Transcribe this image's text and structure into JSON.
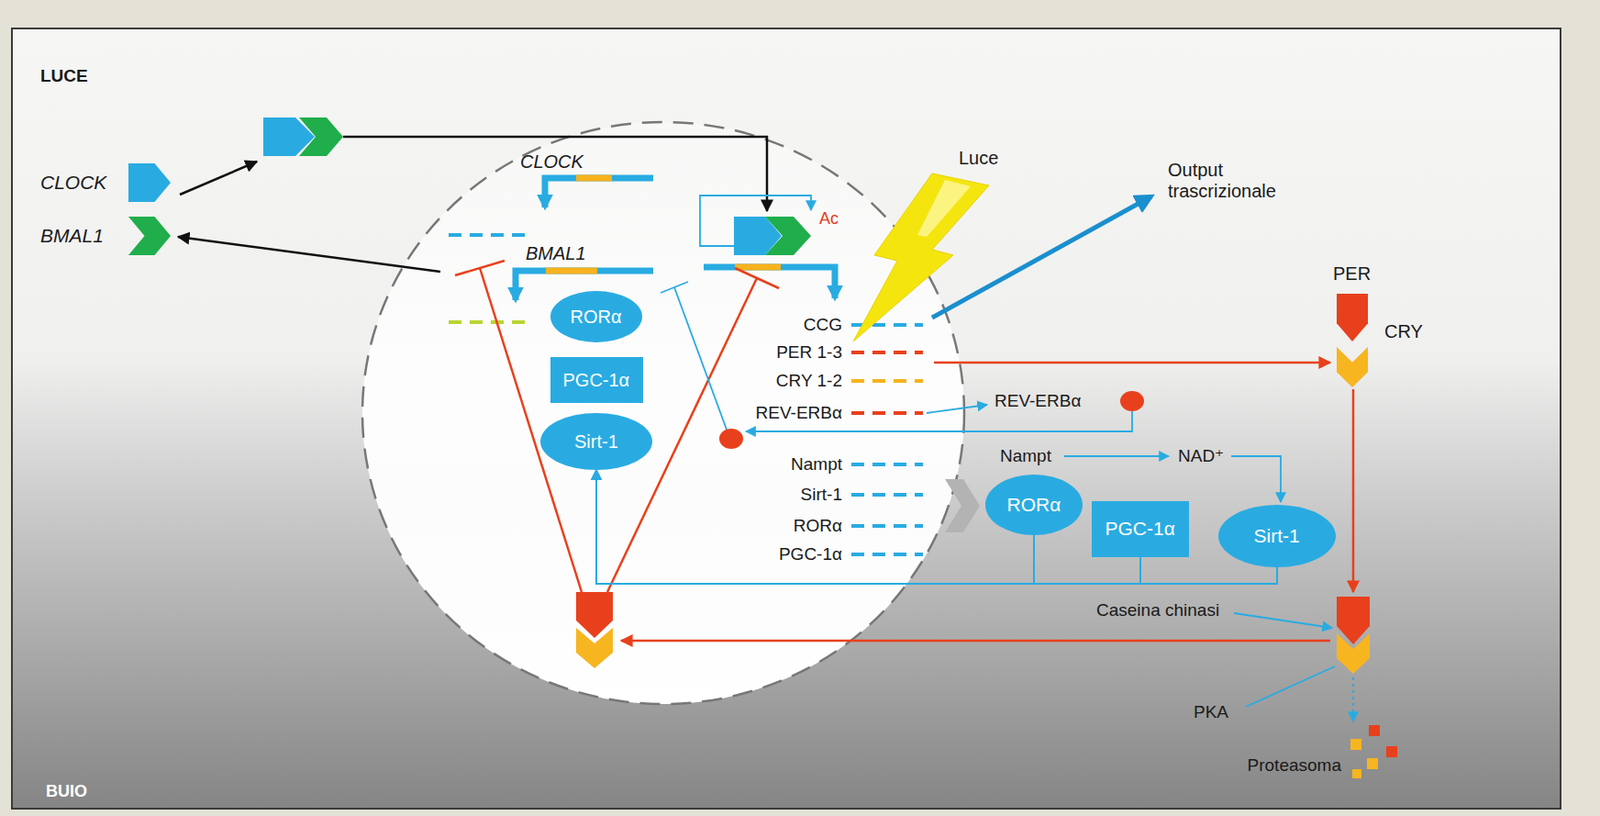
{
  "diagram": {
    "nodes": [
      {
        "text": [
          "CLOCK"
        ]
      },
      {
        "text": [
          "BMAL1"
        ]
      },
      {
        "text": [
          "RORα"
        ]
      },
      {
        "text": [
          "PGC-1α"
        ]
      },
      {
        "text": [
          "Sirt-1"
        ]
      },
      {
        "text": [
          "RORα"
        ]
      },
      {
        "text": [
          "PGC-1α"
        ]
      },
      {
        "text": [
          "Sirt-1"
        ]
      },
      {
        "text": [
          "PER"
        ]
      },
      {
        "text": [
          "CRY"
        ]
      }
    ],
    "edges": [
      {
        "from": 5,
        "to": 4,
        "arrow": "to"
      },
      {
        "from": 6,
        "to": 4,
        "arrow": "to"
      },
      {
        "from": 7,
        "to": 4,
        "arrow": "to"
      }
    ],
    "labels": [
      "LUCE",
      "CLOCK",
      "BMAL1",
      "Ac",
      "Luce",
      "Output trascrizionale",
      "CCG",
      "PER 1-3",
      "CRY 1-2",
      "REV-ERBα",
      "Nampt",
      "Sirt-1",
      "RORα",
      "PGC-1α",
      "REV-ERBα",
      "Nampt",
      "NAD⁺",
      "Caseina chinasi",
      "PKA",
      "Proteasoma",
      "BUIO"
    ]
  }
}
